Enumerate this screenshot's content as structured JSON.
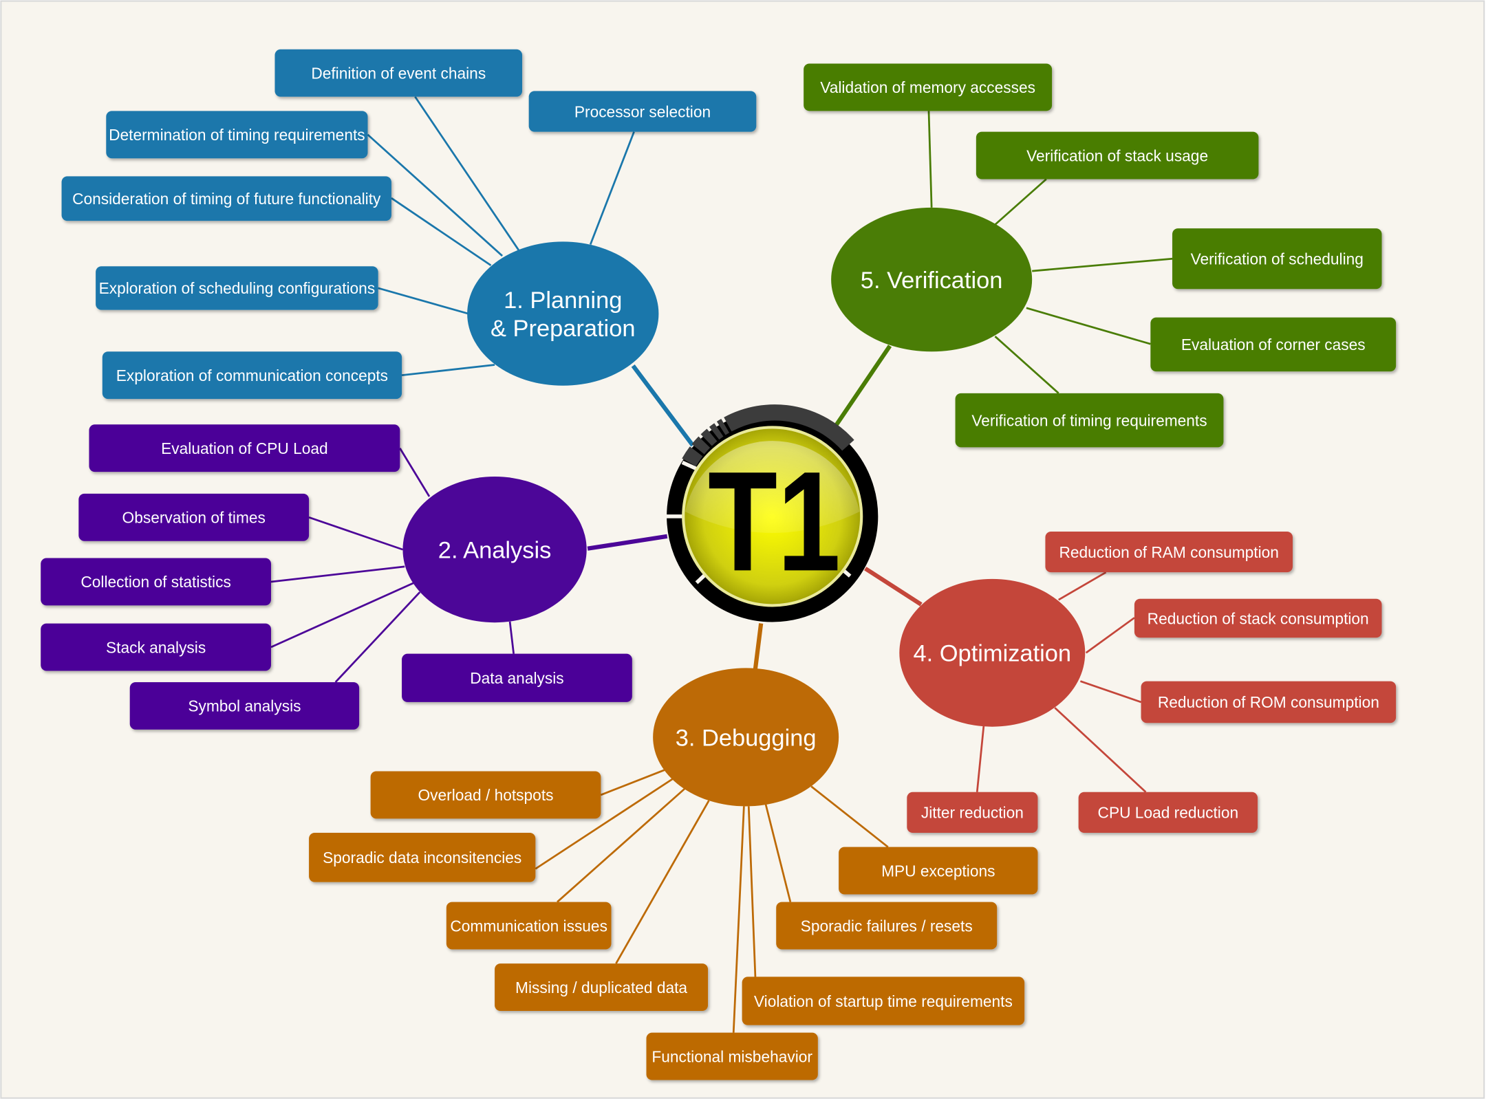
{
  "logo": {
    "text": "T1"
  },
  "colors": {
    "background": "#f8f5ee",
    "logo_yellow": "#f2f200",
    "logo_ring": "#000000",
    "logo_ring_gray": "#3c3c3c"
  },
  "branches": [
    {
      "id": "planning",
      "title_lines": [
        "1. Planning",
        "& Preparation"
      ],
      "color": "#1a77ab",
      "children": [
        "Definition of event chains",
        "Processor selection",
        "Determination of timing requirements",
        "Consideration of timing of future functionality",
        "Exploration of scheduling configurations",
        "Exploration of communication concepts"
      ]
    },
    {
      "id": "verification",
      "title_lines": [
        "5. Verification"
      ],
      "color": "#4a7d06",
      "children": [
        "Validation of memory accesses",
        "Verification of stack usage",
        "Verification of scheduling",
        "Evaluation of corner cases",
        "Verification of timing requirements"
      ]
    },
    {
      "id": "analysis",
      "title_lines": [
        "2. Analysis"
      ],
      "color": "#4c0698",
      "children": [
        "Evaluation of CPU Load",
        "Observation of times",
        "Collection of statistics",
        "Stack analysis",
        "Symbol analysis",
        "Data analysis"
      ]
    },
    {
      "id": "optimization",
      "title_lines": [
        "4. Optimization"
      ],
      "color": "#c4463a",
      "children": [
        "Reduction of RAM consumption",
        "Reduction of stack consumption",
        "Reduction of ROM consumption",
        "Jitter reduction",
        "CPU Load reduction"
      ]
    },
    {
      "id": "debugging",
      "title_lines": [
        "3. Debugging"
      ],
      "color": "#bd6a06",
      "children": [
        "Overload / hotspots",
        "Sporadic data inconsitencies",
        "Communication issues",
        "Missing / duplicated data",
        "Functional misbehavior",
        "Violation of startup time requirements",
        "Sporadic failures / resets",
        "MPU exceptions"
      ]
    }
  ]
}
